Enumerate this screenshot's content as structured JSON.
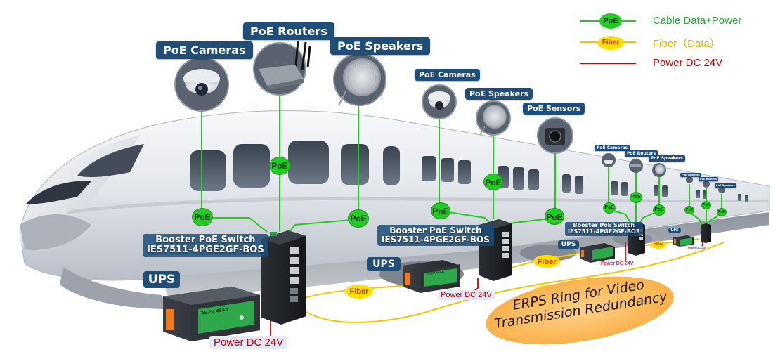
{
  "legend": {
    "poe": {
      "badge": "PoE",
      "text": "Cable Data+Power",
      "color": "#22cc22"
    },
    "fiber": {
      "badge": "Fiber",
      "text": "Fiber（Data）",
      "color": "#f5c400"
    },
    "power": {
      "text": "Power DC 24V",
      "color": "#cc0000"
    }
  },
  "badges": {
    "poe": "PoE",
    "fiber": "Fiber"
  },
  "labels": {
    "poe_cameras": "PoE Cameras",
    "poe_routers": "PoE Routers",
    "poe_speakers": "PoE Speakers",
    "poe_sensors": "PoE Sensors",
    "ups": "UPS",
    "power_dc": "Power DC 24V"
  },
  "switch": {
    "title": "Booster PoE Switch",
    "model": "IES7511-4PGE2GF-BOS"
  },
  "ups_panel_text": "25.2V 48Ah",
  "erps": {
    "line1": "ERPS Ring for Video",
    "line2": "Transmission Redundancy"
  },
  "icons": {
    "camera": "dome-camera-icon",
    "router": "router-icon",
    "speaker": "speaker-icon",
    "sensor": "sensor-camera-icon",
    "switch": "industrial-switch-icon",
    "ups": "ups-battery-icon"
  }
}
